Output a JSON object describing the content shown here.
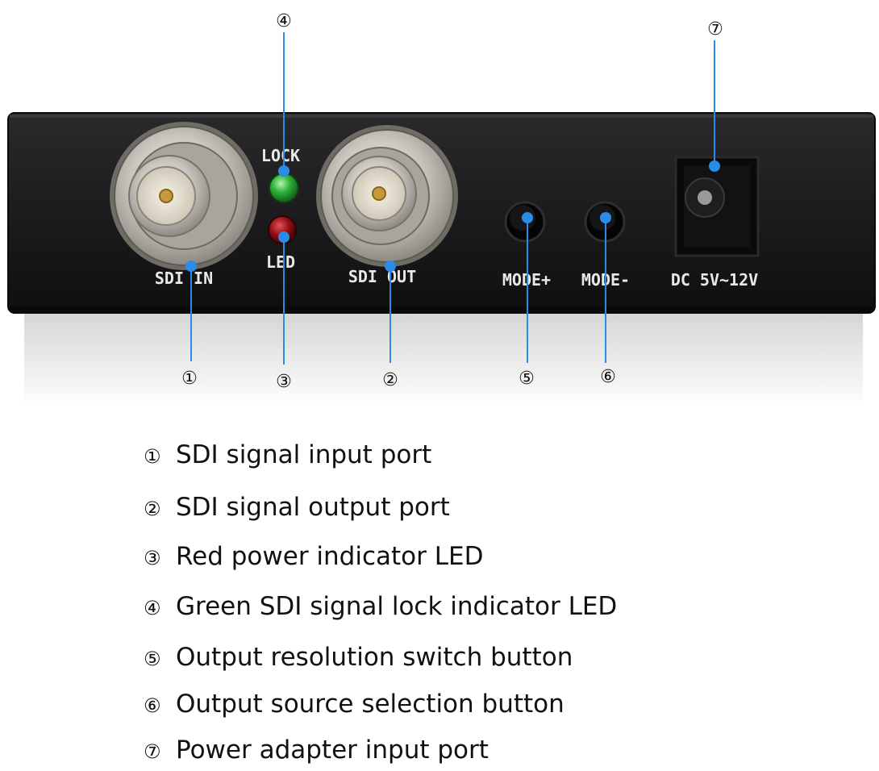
{
  "device": {
    "panel_labels": {
      "sdi_in": "SDI IN",
      "lock": "LOCK",
      "led": "LED",
      "sdi_out": "SDI OUT",
      "mode_plus": "MODE+",
      "mode_minus": "MODE-",
      "dc": "DC 5V~12V"
    },
    "colors": {
      "chassis": "#1b1b1d",
      "callout_line": "#2b8be8",
      "lock_led": "#31b53a",
      "power_led": "#b0141a"
    }
  },
  "callouts": {
    "c1": "①",
    "c2": "②",
    "c3": "③",
    "c4": "④",
    "c5": "⑤",
    "c6": "⑥",
    "c7": "⑦"
  },
  "legend": [
    {
      "num": "①",
      "text": "SDI signal input port"
    },
    {
      "num": "②",
      "text": "SDI signal output port"
    },
    {
      "num": "③",
      "text": "Red power indicator LED"
    },
    {
      "num": "④",
      "text": "Green SDI signal lock indicator LED"
    },
    {
      "num": "⑤",
      "text": "Output resolution switch button"
    },
    {
      "num": "⑥",
      "text": "Output source selection button"
    },
    {
      "num": "⑦",
      "text": "Power adapter input port"
    }
  ]
}
